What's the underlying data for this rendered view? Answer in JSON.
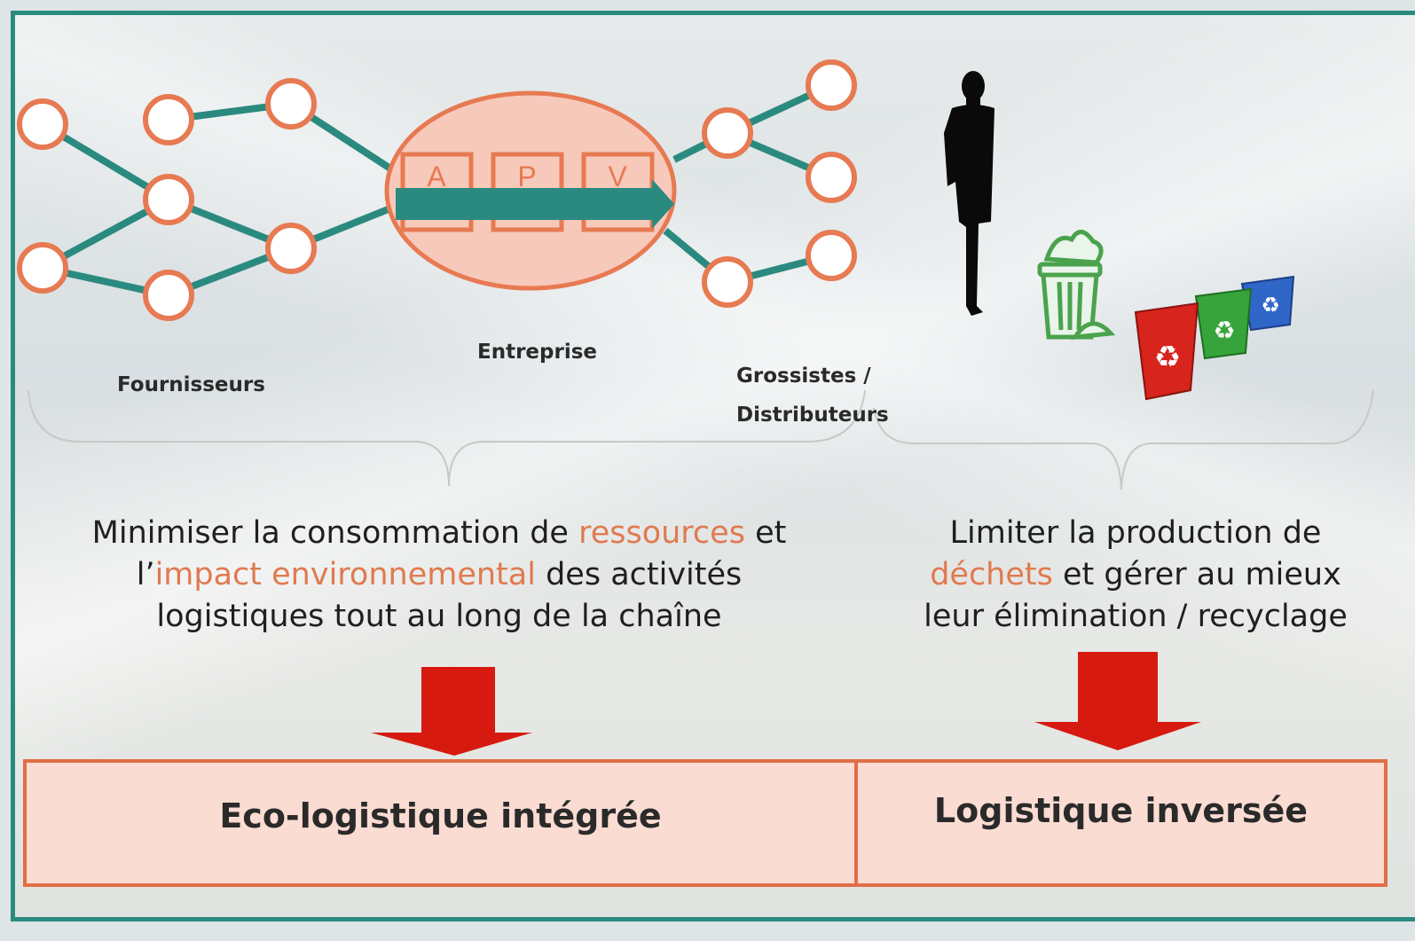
{
  "colors": {
    "teal": "#2b8a80",
    "node_fill": "#ffffff",
    "node_stroke": "#e77a52",
    "ellipse_fill": "#f7c9bb",
    "highlight": "#e07a50",
    "arrow_red": "#d61a10",
    "box_fill": "#fbdcd2",
    "box_stroke": "#e06e45"
  },
  "icons": [
    "person-silhouette-icon",
    "trash-can-icon",
    "recycling-bins-icon"
  ],
  "enterprise": {
    "steps": [
      "A",
      "P",
      "V"
    ]
  },
  "labels": {
    "fournisseurs": "Fournisseurs",
    "entreprise": "Entreprise",
    "grossistes_line1": "Grossistes /",
    "grossistes_line2": "Distributeurs"
  },
  "left_text": {
    "l1_a": "Minimiser la consommation de ",
    "l1_hl": "ressources",
    "l1_b": "  et",
    "l2_a": "l’",
    "l2_hl": "impact environnemental",
    "l2_b": " des activités",
    "l3": "logistiques tout au long de la chaîne"
  },
  "right_text": {
    "l1": "Limiter la production de",
    "l2_hl": "déchets",
    "l2_b": " et gérer au mieux",
    "l3": "leur élimination / recyclage"
  },
  "boxes": {
    "left": "Eco-logistique intégrée",
    "right": "Logistique inversée"
  }
}
